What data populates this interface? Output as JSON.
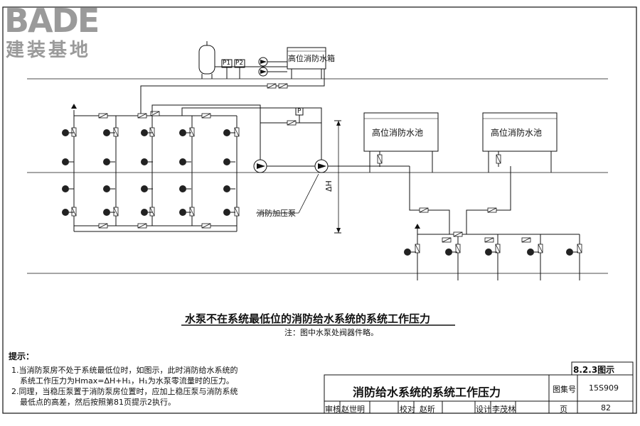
{
  "logo": {
    "brand": "BADE",
    "subtitle": "建装基地"
  },
  "tanks": {
    "roof_tank": "高位消防水箱",
    "pool_left": "高位消防水池",
    "pool_right": "高位消防水池"
  },
  "instruments": {
    "p1": "P1",
    "p2": "P2",
    "p": "P"
  },
  "labels": {
    "booster_pump": "消防加压泵",
    "delta_h": "ΔH"
  },
  "figure_title": "水泵不在系统最低位的消防给水系统的系统工作压力",
  "figure_note": "注：图中水泵处阀器件略。",
  "notes": {
    "heading": "提示：",
    "line1": "1.当消防泵房不处于系统最低位时，如图示，此时消防给水系统的",
    "line2": "系统工作压力为Hmax=ΔH+H₁，H₁为水泵零流量时的压力。",
    "line3": "2.同理，当稳压泵置于消防泵房位置时，应加上稳压泵与消防系统",
    "line4": "最低点的高差，然后按照第81页提示2执行。"
  },
  "title_block": {
    "reference": "8.2.3图示",
    "title": "消防给水系统的系统工作压力",
    "atlas_label": "图集号",
    "atlas_no": "15S909",
    "review": "审核",
    "reviewer": "赵世明",
    "check": "校对",
    "checker": "赵昕",
    "design": "设计",
    "designer": "李茂林",
    "page_label": "页",
    "page_no": "82"
  }
}
